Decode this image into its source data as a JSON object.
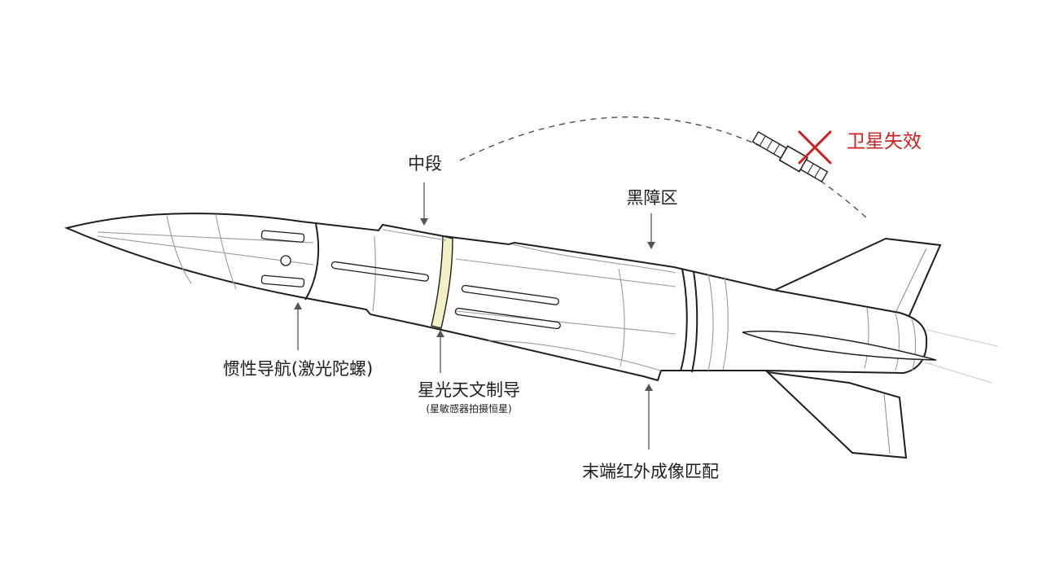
{
  "labels": {
    "midcourse": "中段",
    "blackout": "黑障区",
    "inertial": "惯性导航(激光陀螺)",
    "stellar": "星光天文制导",
    "stellar_sub": "(星敏感器拍摄恒星)",
    "terminal": "末端红外成像匹配",
    "satellite": "卫星失效"
  },
  "colors": {
    "outline": "#1e1e1e",
    "detail": "#9a9a9a",
    "stellar_band": "#f3f0c6",
    "failure": "#cf2020"
  }
}
